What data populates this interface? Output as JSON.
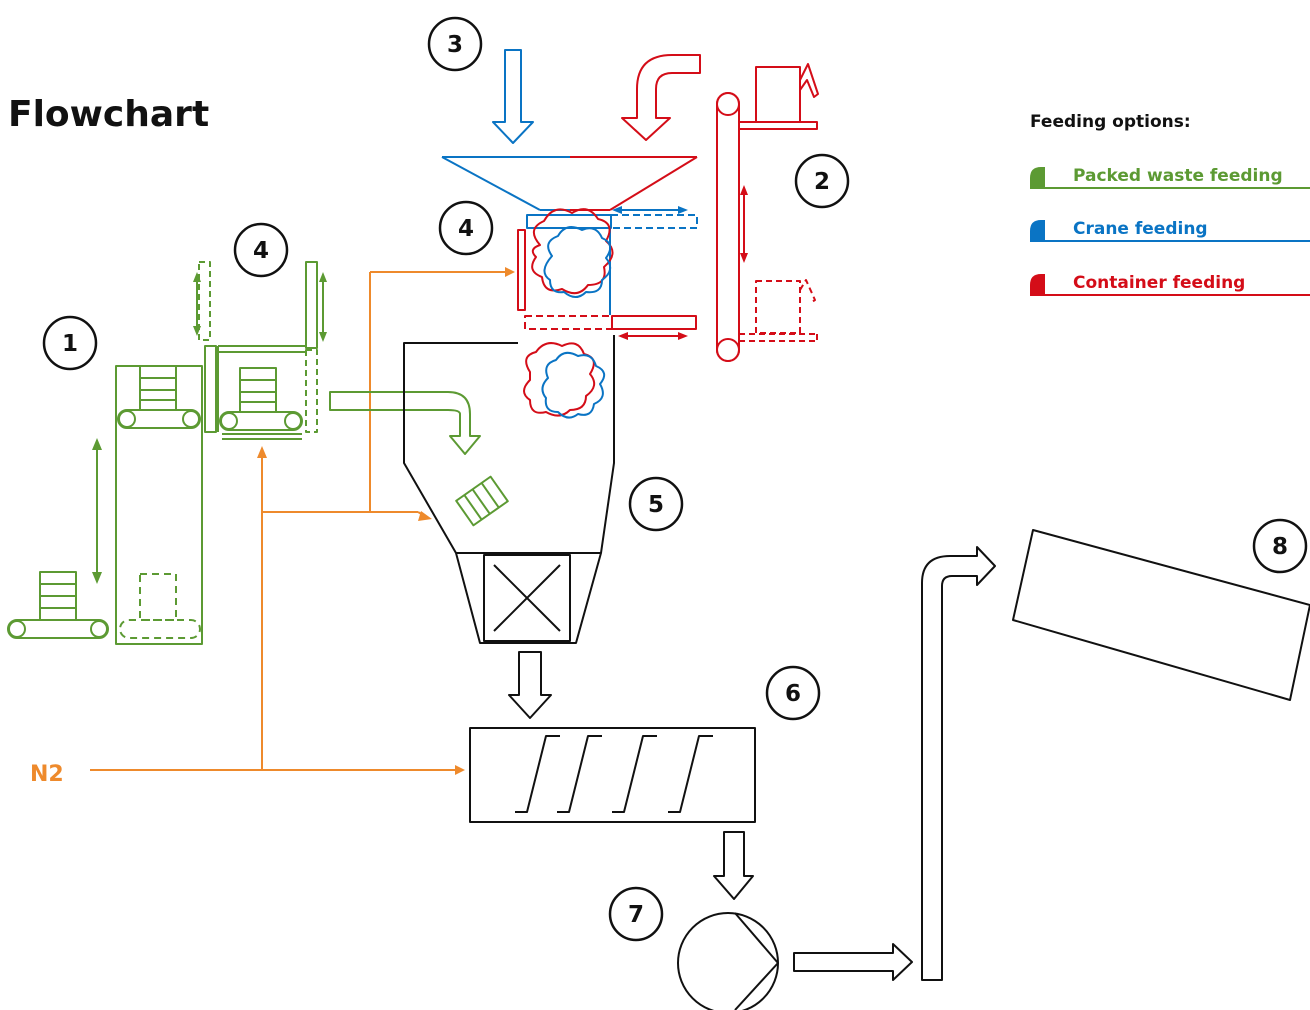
{
  "title": "Flowchart",
  "legend": {
    "title": "Feeding options:",
    "items": [
      {
        "label": "Packed waste feeding",
        "color": "#5c9a33"
      },
      {
        "label": "Crane feeding",
        "color": "#0a74c4"
      },
      {
        "label": "Container feeding",
        "color": "#d40d18"
      }
    ]
  },
  "badges": [
    "1",
    "2",
    "3",
    "4",
    "4",
    "5",
    "6",
    "7",
    "8"
  ],
  "n2_label": "N2",
  "colors": {
    "green": "#5c9a33",
    "blue": "#0a74c4",
    "red": "#d40d18",
    "orange": "#ee8a2c",
    "black": "#111111"
  }
}
